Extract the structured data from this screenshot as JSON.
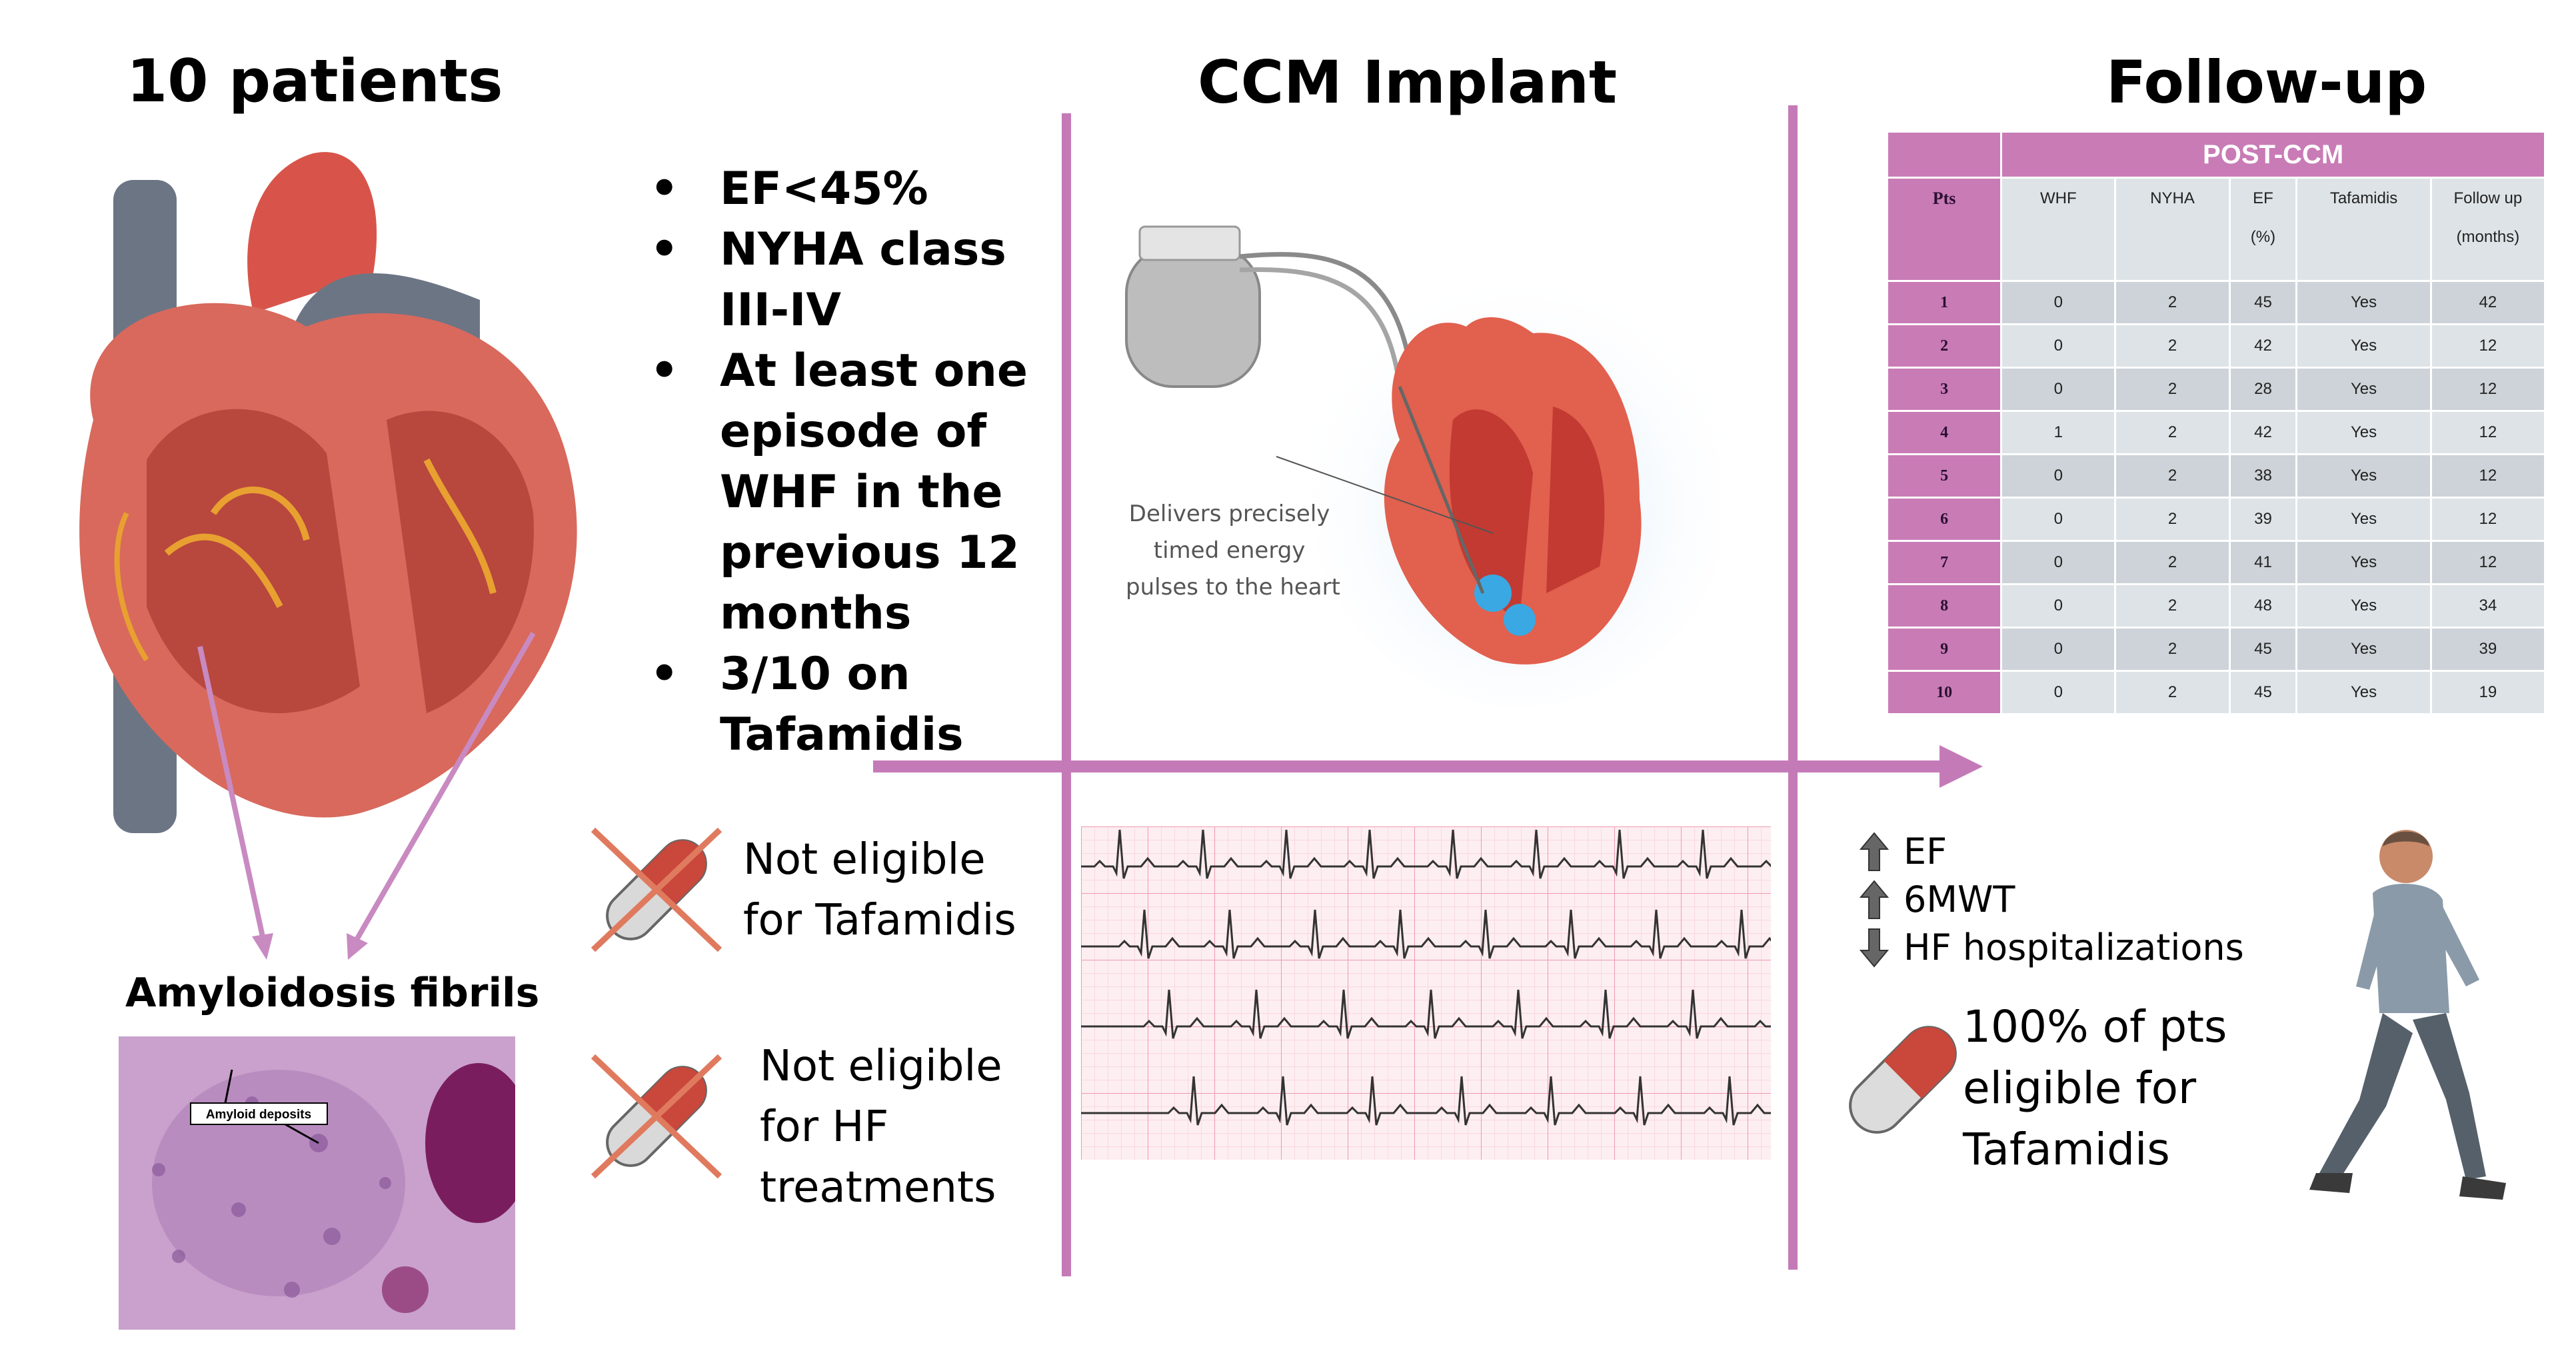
{
  "headers": {
    "patients": "10 patients",
    "implant": "CCM Implant",
    "followup": "Follow-up"
  },
  "criteria": [
    "EF<45%",
    "NYHA class III-IV",
    "At least one episode of WHF in the previous 12 months",
    "3/10 on Tafamidis"
  ],
  "not_eligible": [
    "Not eligible for Tafamidis",
    "Not eligible for HF treatments"
  ],
  "amyloid": {
    "title": "Amyloidosis fibrils",
    "tag": "Amyloid deposits"
  },
  "device_caption": "Delivers precisely timed energy pulses to the heart",
  "outcomes": [
    {
      "dir": "up",
      "text": "EF"
    },
    {
      "dir": "up",
      "text": "6MWT"
    },
    {
      "dir": "down",
      "text": "HF hospitalizations"
    }
  ],
  "eligible_text": "100% of pts eligible for Tafamidis",
  "table": {
    "group_header": "POST-CCM",
    "columns": [
      "Pts",
      "WHF",
      "NYHA",
      "EF (%)",
      "Tafamidis",
      "Follow up (months)"
    ],
    "rows": [
      [
        "1",
        "0",
        "2",
        "45",
        "Yes",
        "42"
      ],
      [
        "2",
        "0",
        "2",
        "42",
        "Yes",
        "12"
      ],
      [
        "3",
        "0",
        "2",
        "28",
        "Yes",
        "12"
      ],
      [
        "4",
        "1",
        "2",
        "42",
        "Yes",
        "12"
      ],
      [
        "5",
        "0",
        "2",
        "38",
        "Yes",
        "12"
      ],
      [
        "6",
        "0",
        "2",
        "39",
        "Yes",
        "12"
      ],
      [
        "7",
        "0",
        "2",
        "41",
        "Yes",
        "12"
      ],
      [
        "8",
        "0",
        "2",
        "48",
        "Yes",
        "34"
      ],
      [
        "9",
        "0",
        "2",
        "45",
        "Yes",
        "39"
      ],
      [
        "10",
        "0",
        "2",
        "45",
        "Yes",
        "19"
      ]
    ]
  },
  "colors": {
    "axis": "#c57ab8",
    "table_accent": "#c97bb6",
    "cross": "#e07a5f",
    "pill_red": "#c9473b"
  }
}
